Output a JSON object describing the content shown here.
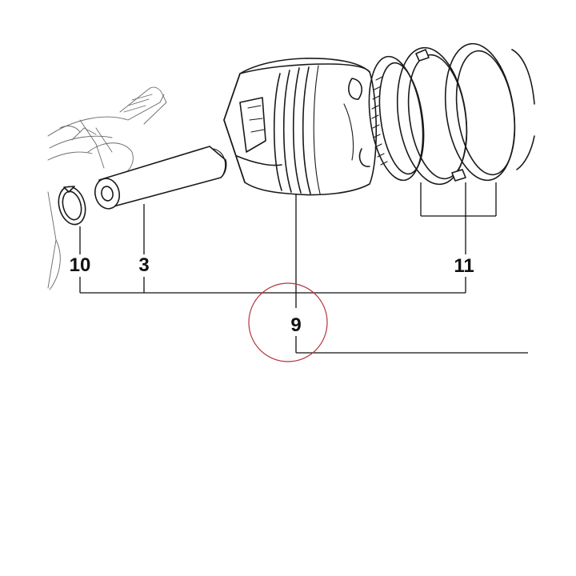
{
  "callouts": {
    "snap_ring": "10",
    "piston_pin": "3",
    "piston": "9",
    "piston_rings": "11"
  },
  "colors": {
    "line": "#1a1a1a",
    "highlight_circle": "#b5333d",
    "background": "#ffffff"
  }
}
